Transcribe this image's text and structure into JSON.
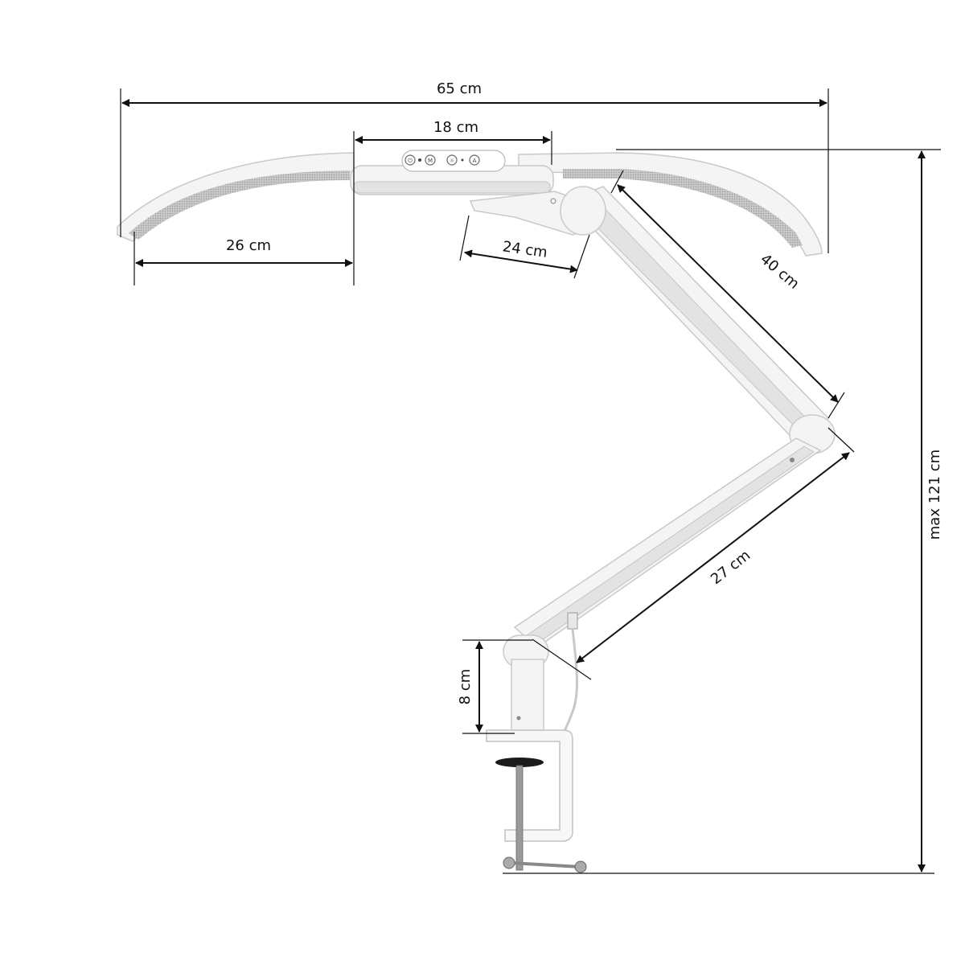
{
  "diagram": {
    "subject": "Clamp-mounted LED desk lamp with dual curved light heads",
    "dimensions": {
      "total_width": "65 cm",
      "center_module": "18 cm",
      "side_head": "26 cm",
      "head_mount_arm": "24 cm",
      "upper_arm": "40 cm",
      "lower_arm": "27 cm",
      "base_column": "8 cm",
      "max_height": "max 121 cm"
    },
    "control_panel": {
      "buttons": [
        {
          "icon": "power-icon",
          "glyph": "⏻"
        },
        {
          "icon": "mode-icon",
          "glyph": "M"
        },
        {
          "icon": "brightness-icon",
          "glyph": "☼"
        },
        {
          "icon": "auto-icon",
          "glyph": "A"
        }
      ]
    },
    "colors": {
      "lamp_body": "#f4f4f4",
      "dimension_lines": "#111111",
      "led_panel": "#bdbdbd",
      "clamp_knob": "#1a1a1a"
    }
  }
}
